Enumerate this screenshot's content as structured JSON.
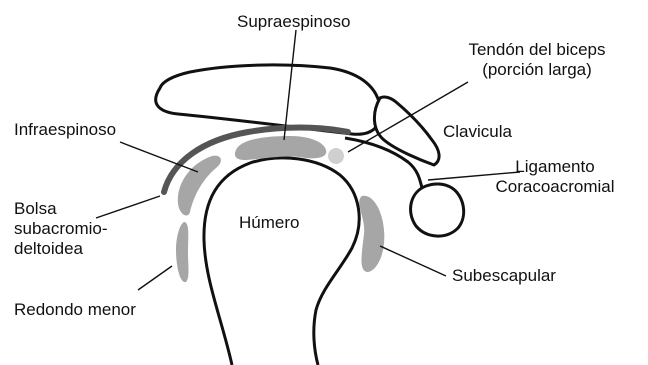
{
  "labels": {
    "supraespinoso": "Supraespinoso",
    "tendon_line1": "Tendón del biceps",
    "tendon_line2": "(porción larga)",
    "infraespinoso": "Infraespinoso",
    "clavicula": "Clavicula",
    "ligamento_line1": "Ligamento",
    "ligamento_line2": "Coracoacromial",
    "bolsa_line1": "Bolsa",
    "bolsa_line2": "subacromio-",
    "bolsa_line3": "deltoidea",
    "humero": "Húmero",
    "subescapular": "Subescapular",
    "redondo": "Redondo menor"
  },
  "colors": {
    "outline": "#111111",
    "muscle_gray": "#a6a6a6",
    "bursa_dark": "#555555",
    "tendon_light": "#cfcfcf"
  }
}
